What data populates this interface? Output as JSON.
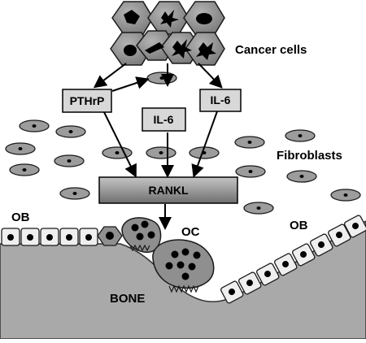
{
  "diagram": {
    "labels": {
      "cancer_cells": "Cancer cells",
      "fibroblasts": "Fibroblasts",
      "bone": "BONE",
      "ob_left": "OB",
      "ob_right": "OB",
      "oc": "OC"
    },
    "boxes": {
      "pthrp": "PTHrP",
      "il6_center": "IL-6",
      "il6_right": "IL-6",
      "rankl": "RANKL"
    },
    "colors": {
      "cell_fill": "#8f8f8f",
      "cell_stroke": "#1a1a1a",
      "nucleus": "#000000",
      "box_fill": "#d8d8d8",
      "rankl_fill": "#9a9a9a",
      "bone_fill": "#a9a9a9",
      "osteoblast_fill": "#efefef",
      "fibroblast_fill": "#9c9c9c"
    }
  }
}
